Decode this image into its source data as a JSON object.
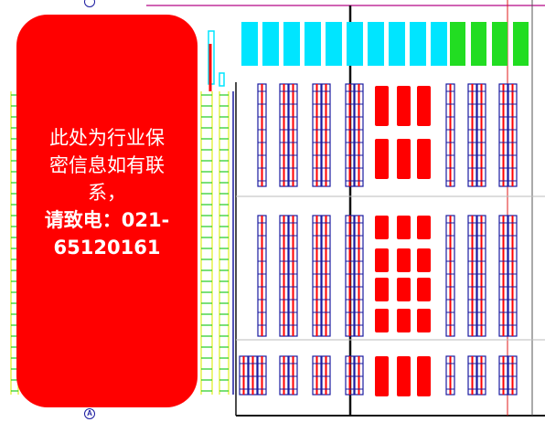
{
  "notice": {
    "line1": "此处为行业保",
    "line2": "密信息如有联",
    "line3": "系，",
    "line4": "请致电：021-",
    "line5": "65120161"
  },
  "markers": {
    "bottom": "A"
  },
  "colors": {
    "rack_red": "#ff0000",
    "rack_blue": "#1a1aa0",
    "zone_cyan": "#00e5ff",
    "zone_green": "#22dd22",
    "lane_yellow": "#e6f24a",
    "notice_bg": "#ff0000"
  }
}
